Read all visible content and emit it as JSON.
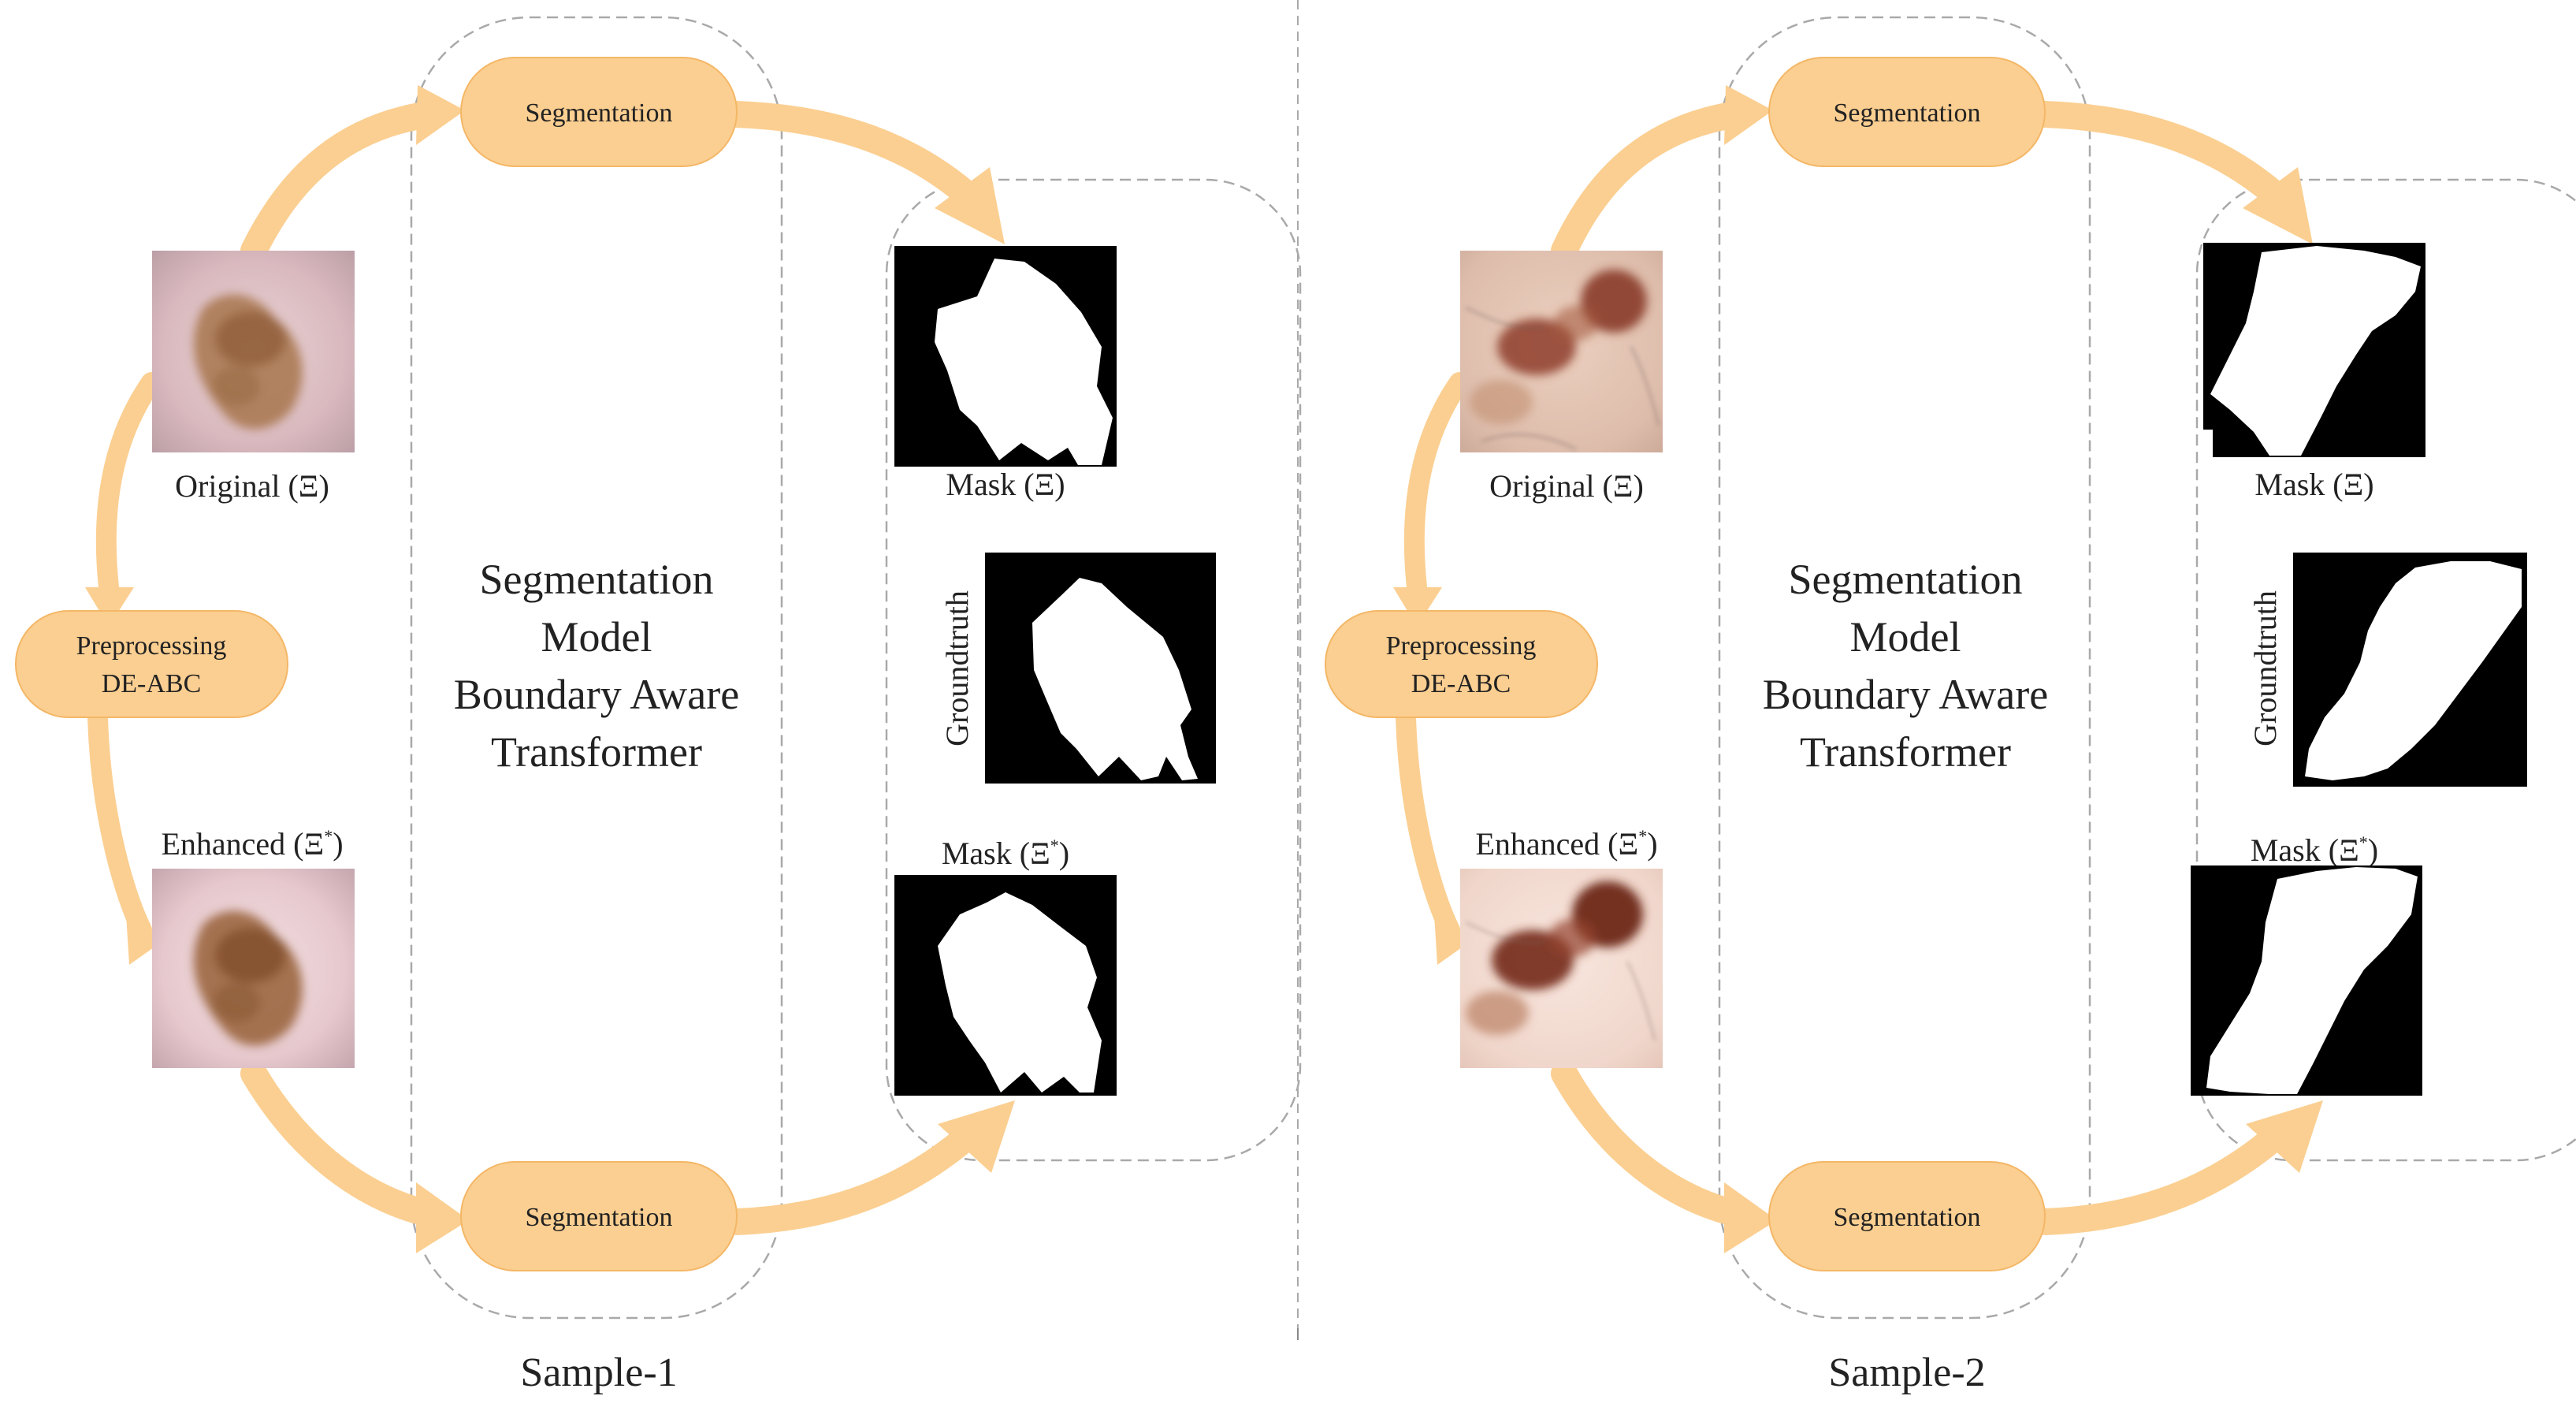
{
  "colors": {
    "pill_fill": "#fbcf91",
    "pill_stroke": "#f4b767",
    "arrow": "#fbcf91",
    "dashed_border": "#a9a9a9",
    "mask_background": "#000000",
    "mask_region": "#ffffff"
  },
  "samples": [
    {
      "caption": "Sample-1",
      "segmentation_top": "Segmentation",
      "segmentation_bottom": "Segmentation",
      "preprocessing_line1": "Preprocessing",
      "preprocessing_line2": "DE-ABC",
      "model_line1": "Segmentation",
      "model_line2": "Model",
      "model_line3": "Boundary Aware",
      "model_line4": "Transformer",
      "original_label": "Original (Ξ)",
      "enhanced_label_base": "Enhanced (Ξ",
      "enhanced_label_sup": "*",
      "enhanced_label_close": ")",
      "mask_label": "Mask (Ξ)",
      "groundtruth_label": "Groundtruth",
      "mask_star_label_base": "Mask (Ξ",
      "mask_star_label_sup": "*",
      "mask_star_label_close": ")",
      "original_image": "dermoscopy image of a brown pigmented skin lesion on pink skin",
      "enhanced_image": "contrast-enhanced dermoscopy image of the same lesion"
    },
    {
      "caption": "Sample-2",
      "segmentation_top": "Segmentation",
      "segmentation_bottom": "Segmentation",
      "preprocessing_line1": "Preprocessing",
      "preprocessing_line2": "DE-ABC",
      "model_line1": "Segmentation",
      "model_line2": "Model",
      "model_line3": "Boundary Aware",
      "model_line4": "Transformer",
      "original_label": "Original (Ξ)",
      "enhanced_label_base": "Enhanced (Ξ",
      "enhanced_label_sup": "*",
      "enhanced_label_close": ")",
      "mask_label": "Mask (Ξ)",
      "groundtruth_label": "Groundtruth",
      "mask_star_label_base": "Mask (Ξ",
      "mask_star_label_sup": "*",
      "mask_star_label_close": ")",
      "original_image": "dermoscopy image of an elongated dark brown lesion with hairs",
      "enhanced_image": "contrast-enhanced dermoscopy image of the same lesion"
    }
  ]
}
